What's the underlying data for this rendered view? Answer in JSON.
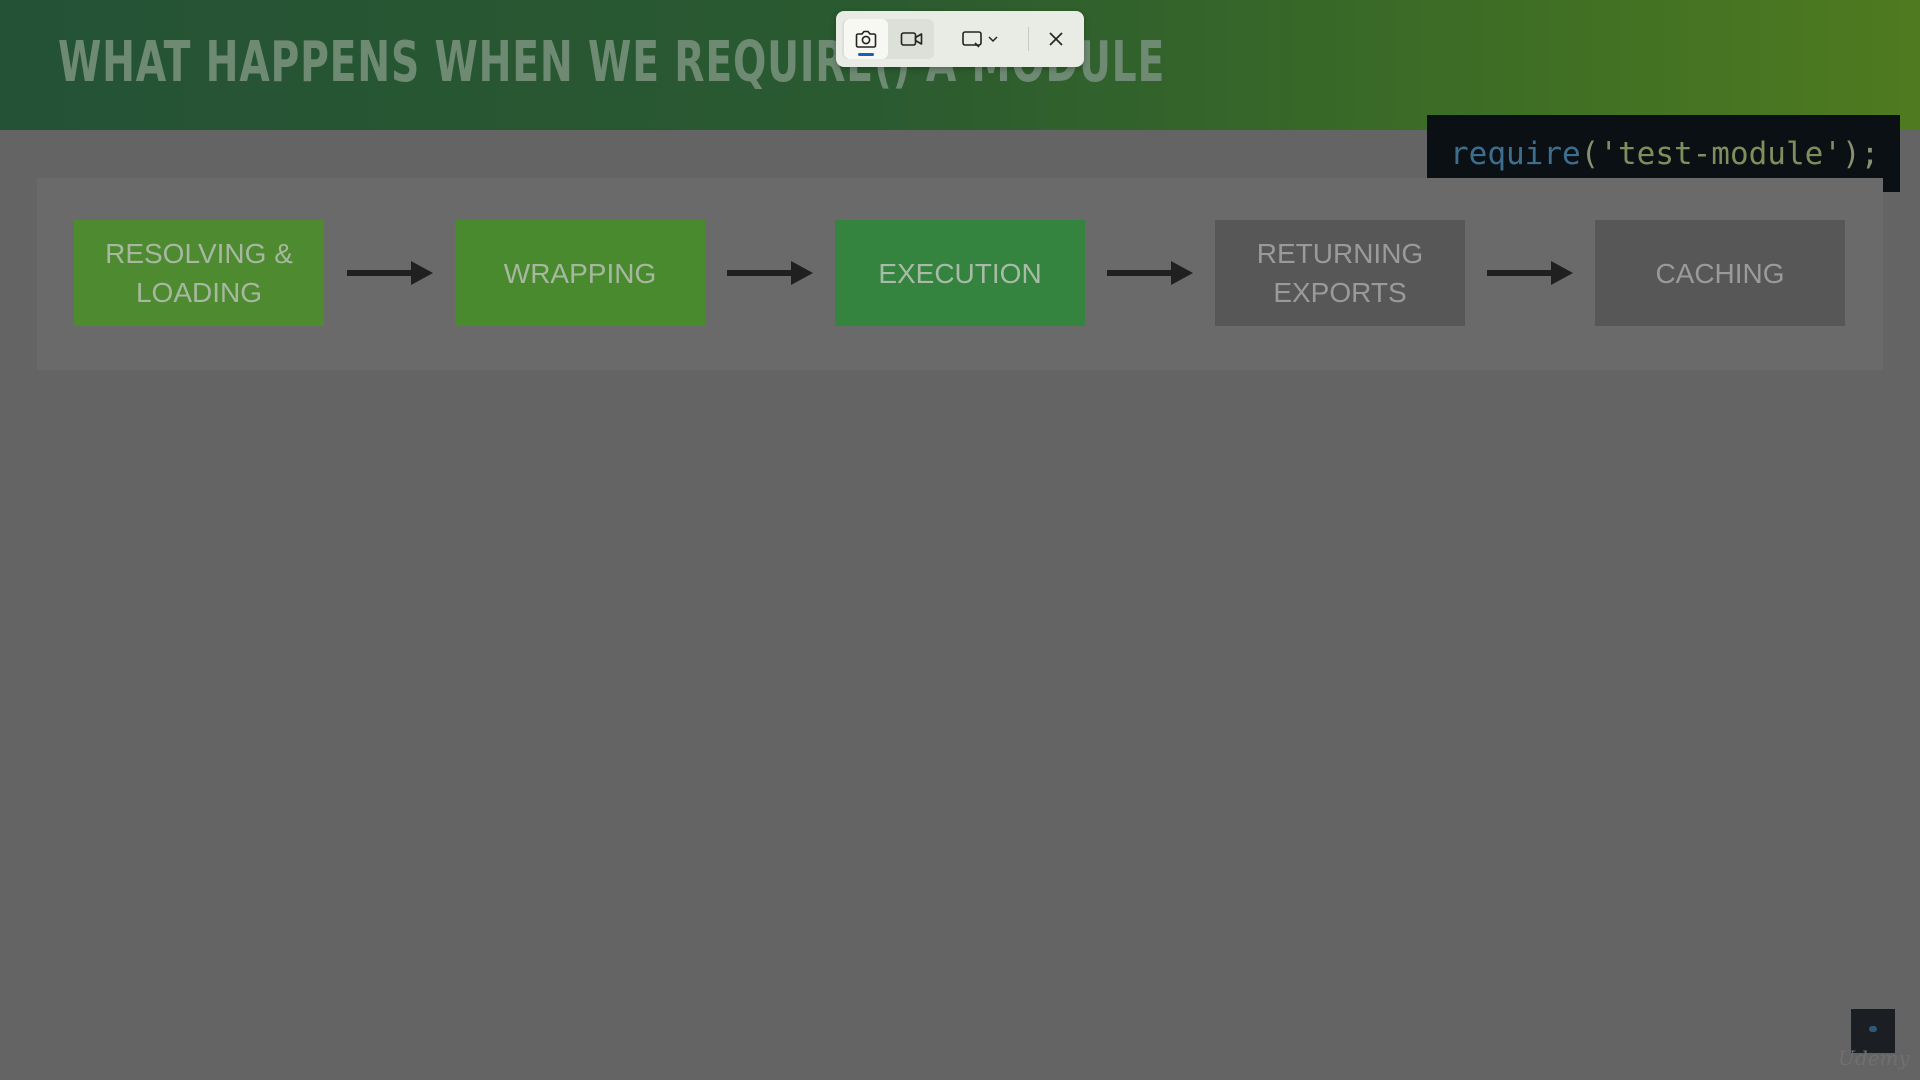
{
  "slide": {
    "title": "WHAT HAPPENS WHEN WE REQUIRE() A MODULE",
    "code": {
      "fn": "require",
      "open": "(",
      "string": "'test-module'",
      "close": ");"
    },
    "steps": [
      {
        "label": "RESOLVING & LOADING",
        "line1": "RESOLVING &",
        "line2": "LOADING",
        "color": "#4e8a30"
      },
      {
        "label": "WRAPPING",
        "line1": "WRAPPING",
        "line2": "",
        "color": "#4a8a2f"
      },
      {
        "label": "EXECUTION",
        "line1": "EXECUTION",
        "line2": "",
        "color": "#34833e"
      },
      {
        "label": "RETURNING EXPORTS",
        "line1": "RETURNING",
        "line2": "EXPORTS",
        "color": "#575757"
      },
      {
        "label": "CACHING",
        "line1": "CACHING",
        "line2": "",
        "color": "#575757"
      }
    ],
    "watermark": "Udemy"
  },
  "snip_toolbar": {
    "screenshot_mode": {
      "icon": "camera-icon",
      "active": true
    },
    "video_mode": {
      "icon": "video-camera-icon",
      "active": false
    },
    "shape_select": {
      "icon": "rectangle-snip-icon",
      "dropdown_icon": "chevron-down-icon"
    },
    "close": {
      "icon": "close-icon"
    },
    "accent": "#1a5fb4"
  },
  "colors": {
    "overlay": "#646464",
    "title_gradient_start": "#245236",
    "title_gradient_end": "#4f7a20"
  }
}
